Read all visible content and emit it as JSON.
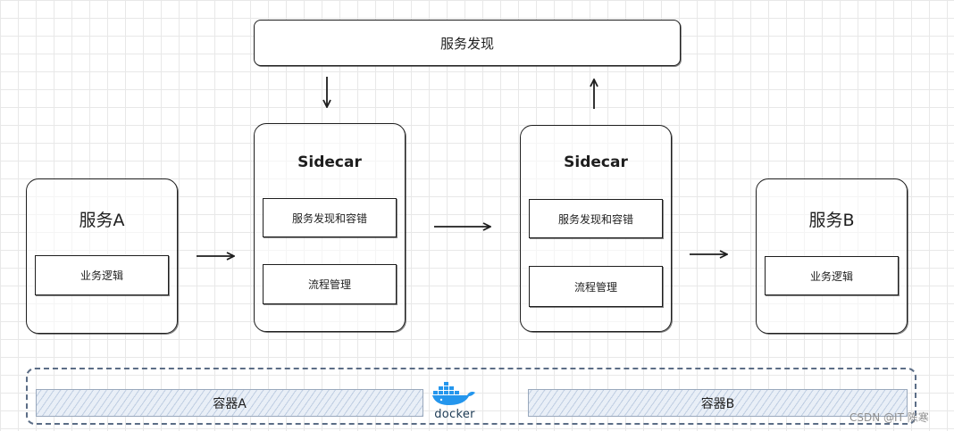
{
  "discovery": {
    "label": "服务发现"
  },
  "service_a": {
    "title": "服务A",
    "logic": "业务逻辑"
  },
  "sidecar_1": {
    "title": "Sidecar",
    "discovery": "服务发现和容错",
    "traffic": "流程管理"
  },
  "sidecar_2": {
    "title": "Sidecar",
    "discovery": "服务发现和容错",
    "traffic": "流程管理"
  },
  "service_b": {
    "title": "服务B",
    "logic": "业务逻辑"
  },
  "docker": {
    "container_a": "容器A",
    "container_b": "容器B",
    "logo_text": "docker",
    "logo_color": "#2496ed",
    "border_color": "#5b6d86"
  },
  "watermark": "CSDN @IT 陈寒"
}
